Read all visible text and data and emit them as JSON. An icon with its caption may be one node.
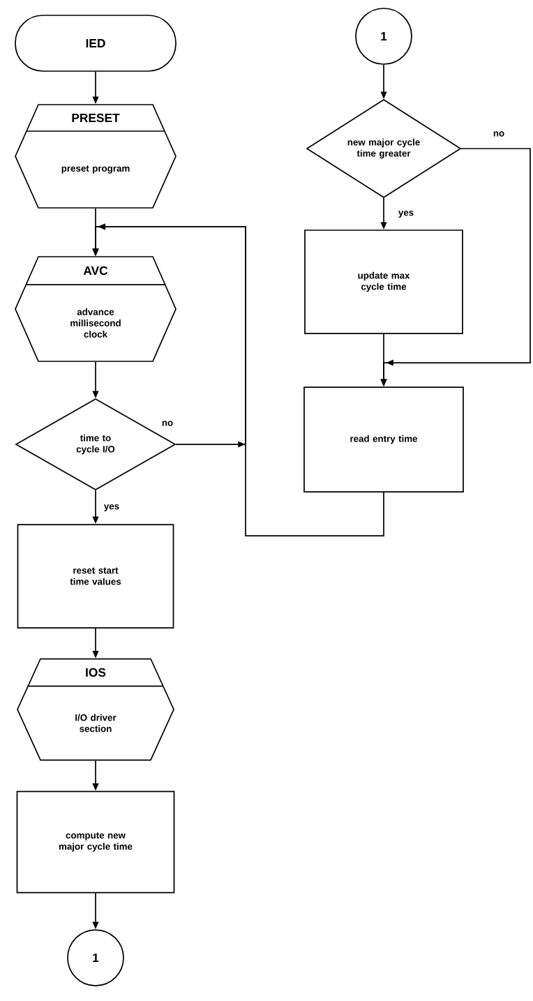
{
  "diagram": {
    "nodes": [
      {
        "text": [
          "IED"
        ]
      },
      {
        "text": [
          "PRESET",
          "preset program"
        ]
      },
      {
        "text": [
          "AVC",
          "advance millisecond clock"
        ]
      },
      {
        "text": [
          "time to cycle I/O"
        ]
      },
      {
        "text": [
          "reset start time values"
        ]
      },
      {
        "text": [
          "IOS",
          "I/O driver section"
        ]
      },
      {
        "text": [
          "compute new major cycle time"
        ]
      },
      {
        "text": [
          "1"
        ]
      },
      {
        "text": [
          "1"
        ]
      },
      {
        "text": [
          "new major cycle time greater"
        ]
      },
      {
        "text": [
          "update max cycle time"
        ]
      },
      {
        "text": [
          "read entry time"
        ]
      }
    ],
    "edges": [
      {
        "from": 0,
        "to": 1,
        "arrow": "to"
      },
      {
        "from": 1,
        "to": 2,
        "arrow": "to"
      },
      {
        "from": 2,
        "to": 3,
        "arrow": "to"
      },
      {
        "from": 3,
        "to": 2,
        "arrow": "to",
        "label": "no"
      },
      {
        "from": 3,
        "to": 4,
        "arrow": "to",
        "label": "yes"
      },
      {
        "from": 4,
        "to": 5,
        "arrow": "to"
      },
      {
        "from": 5,
        "to": 6,
        "arrow": "to"
      },
      {
        "from": 6,
        "to": 7,
        "arrow": "to"
      },
      {
        "from": 8,
        "to": 9,
        "arrow": "to"
      },
      {
        "from": 9,
        "to": 10,
        "arrow": "to",
        "label": "yes"
      },
      {
        "from": 9,
        "to": 11,
        "arrow": "to",
        "label": "no"
      },
      {
        "from": 10,
        "to": 11,
        "arrow": "to"
      },
      {
        "from": 11,
        "to": 2,
        "arrow": "to"
      }
    ]
  }
}
